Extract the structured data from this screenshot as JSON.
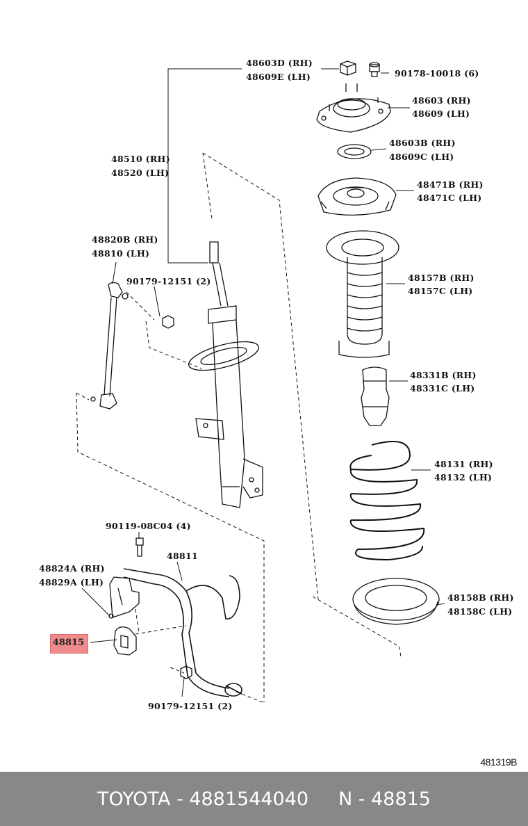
{
  "labels": {
    "l48603d_rh": "48603D (RH)",
    "l48609e_lh": "48609E (LH)",
    "l90178": "90178-10018 (6)",
    "l48603_rh": "48603 (RH)",
    "l48609_lh": "48609 (LH)",
    "l48603b_rh": "48603B (RH)",
    "l48609c_lh": "48609C (LH)",
    "l48510_rh": "48510 (RH)",
    "l48520_lh": "48520 (LH)",
    "l48471b_rh": "48471B (RH)",
    "l48471c_lh": "48471C (LH)",
    "l48820b_rh": "48820B (RH)",
    "l48810_lh": "48810 (LH)",
    "l90179_top": "90179-12151 (2)",
    "l48157b_rh": "48157B (RH)",
    "l48157c_lh": "48157C (LH)",
    "l48331b_rh": "48331B (RH)",
    "l48331c_lh": "48331C (LH)",
    "l48131_rh": "48131 (RH)",
    "l48132_lh": "48132 (LH)",
    "l90119": "90119-08C04 (4)",
    "l48811": "48811",
    "l48824a_rh": "48824A (RH)",
    "l48829a_lh": "48829A (LH)",
    "l48158b_rh": "48158B (RH)",
    "l48158c_lh": "48158C (LH)",
    "l90179_bottom": "90179-12151 (2)"
  },
  "highlight": {
    "label": "48815",
    "color": "#ef8b8b"
  },
  "illustration_code": "481319B",
  "footer": {
    "text": "TOYOTA - 4881544040     N - 48815",
    "background": "#888888"
  }
}
